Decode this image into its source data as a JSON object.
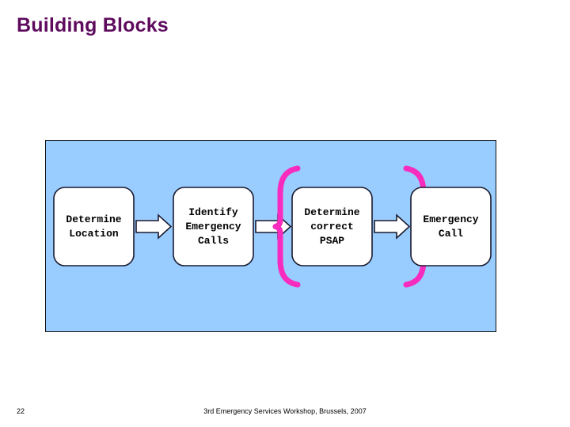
{
  "slide": {
    "title": "Building Blocks",
    "title_color": "#5e0b5e"
  },
  "diagram": {
    "panel_color": "#99ccff",
    "panel_border_color": "#111111",
    "box_fill": "#ffffff",
    "box_border_color": "#1a1a2e",
    "arrow_fill": "#ffffff",
    "arrow_border_color": "#1a1a2e",
    "bracket_color": "#f72bbd",
    "boxes": [
      {
        "id": "determine-location",
        "label": "Determine\nLocation"
      },
      {
        "id": "identify-emergency-calls",
        "label": "Identify\nEmergency\nCalls"
      },
      {
        "id": "determine-correct-psap",
        "label": "Determine\ncorrect\nPSAP"
      },
      {
        "id": "emergency-call",
        "label": "Emergency\nCall"
      }
    ],
    "arrows": [
      {
        "id": "arrow-1",
        "from": "determine-location",
        "to": "identify-emergency-calls"
      },
      {
        "id": "arrow-2",
        "from": "identify-emergency-calls",
        "to": "determine-correct-psap"
      },
      {
        "id": "arrow-3",
        "from": "determine-correct-psap",
        "to": "emergency-call"
      }
    ],
    "highlight": {
      "id": "psap-highlight-brackets",
      "target": "determine-correct-psap",
      "style": "curly-brackets",
      "color": "#f72bbd"
    }
  },
  "footer": {
    "page_number": "22",
    "caption": "3rd  Emergency Services Workshop, Brussels, 2007"
  }
}
